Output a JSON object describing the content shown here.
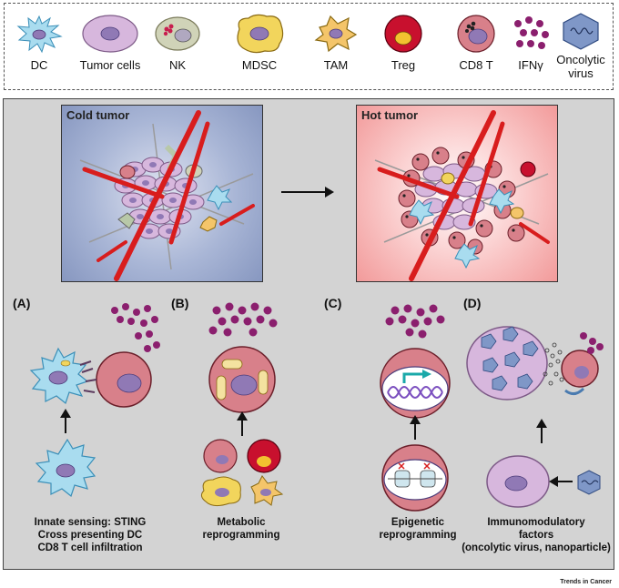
{
  "legend": [
    {
      "key": "dc",
      "label": "DC",
      "icon": "dc-cell-icon"
    },
    {
      "key": "tumor",
      "label": "Tumor cells",
      "icon": "tumor-cell-icon"
    },
    {
      "key": "nk",
      "label": "NK",
      "icon": "nk-cell-icon"
    },
    {
      "key": "mdsc",
      "label": "MDSC",
      "icon": "mdsc-cell-icon"
    },
    {
      "key": "tam",
      "label": "TAM",
      "icon": "tam-cell-icon"
    },
    {
      "key": "treg",
      "label": "Treg",
      "icon": "treg-cell-icon"
    },
    {
      "key": "cd8",
      "label": "CD8 T",
      "icon": "cd8-t-cell-icon"
    },
    {
      "key": "ifng",
      "label": "IFNγ",
      "icon": "ifn-gamma-icon"
    },
    {
      "key": "virus",
      "label": "Oncolytic virus",
      "icon": "oncolytic-virus-icon"
    }
  ],
  "cold_tumor_title": "Cold tumor",
  "hot_tumor_title": "Hot tumor",
  "panels": {
    "a": {
      "letter": "(A)",
      "caption_lines": [
        "Innate sensing: STING",
        "Cross presenting DC",
        "CD8 T cell infiltration"
      ]
    },
    "b": {
      "letter": "(B)",
      "caption_lines": [
        "Metabolic",
        "reprogramming"
      ]
    },
    "c": {
      "letter": "(C)",
      "caption_lines": [
        "Epigenetic",
        "reprogramming"
      ]
    },
    "d": {
      "letter": "(D)",
      "caption_lines": [
        "Immunomodulatory",
        "factors",
        "(oncolytic virus, nanoparticle)"
      ]
    }
  },
  "footer": "Trends in Cancer",
  "colors": {
    "dc_fill": "#a9dcef",
    "tumor_fill": "#d7b7dd",
    "nucleus": "#9079b5",
    "mdsc_fill": "#f2d55c",
    "tam_fill": "#f4c56a",
    "treg_fill": "#c8102e",
    "cd8_fill": "#d8808a",
    "ifng": "#8b1f6e",
    "virus_fill": "#7f97c7",
    "cold_bg": "#8f9fc6",
    "hot_bg": "#f6a6a6",
    "vessel": "#d81d1d"
  }
}
